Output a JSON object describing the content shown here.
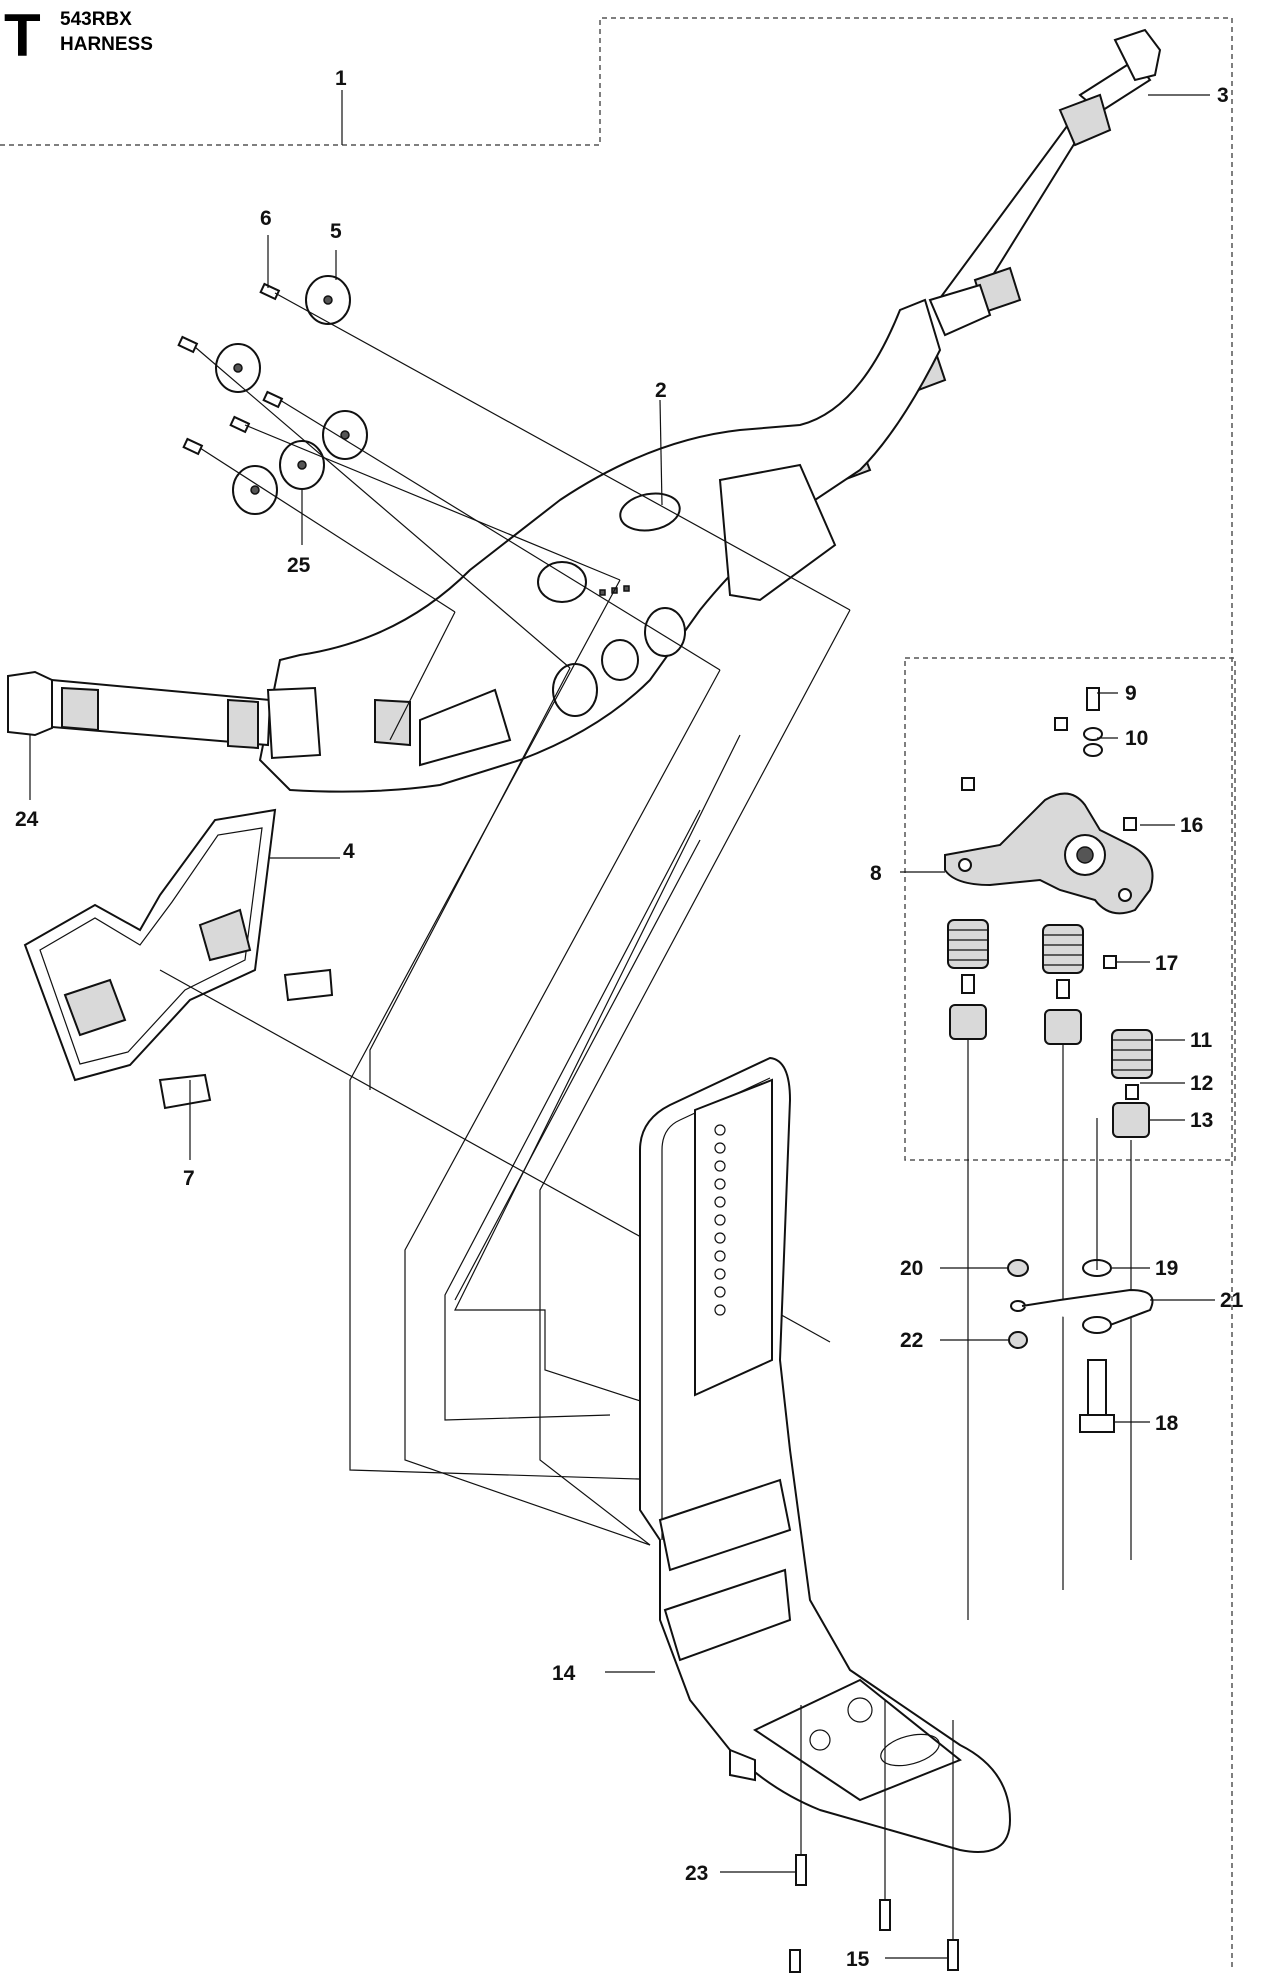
{
  "header": {
    "section_letter": "T",
    "model": "543RBX",
    "title": "HARNESS"
  },
  "callouts": {
    "c1": "1",
    "c2": "2",
    "c3": "3",
    "c4": "4",
    "c5": "5",
    "c6": "6",
    "c7": "7",
    "c8": "8",
    "c9": "9",
    "c10": "10",
    "c11": "11",
    "c12": "12",
    "c13": "13",
    "c14": "14",
    "c15": "15",
    "c16": "16",
    "c17": "17",
    "c18": "18",
    "c19": "19",
    "c20": "20",
    "c21": "21",
    "c22": "22",
    "c23": "23",
    "c24": "24",
    "c25": "25"
  }
}
